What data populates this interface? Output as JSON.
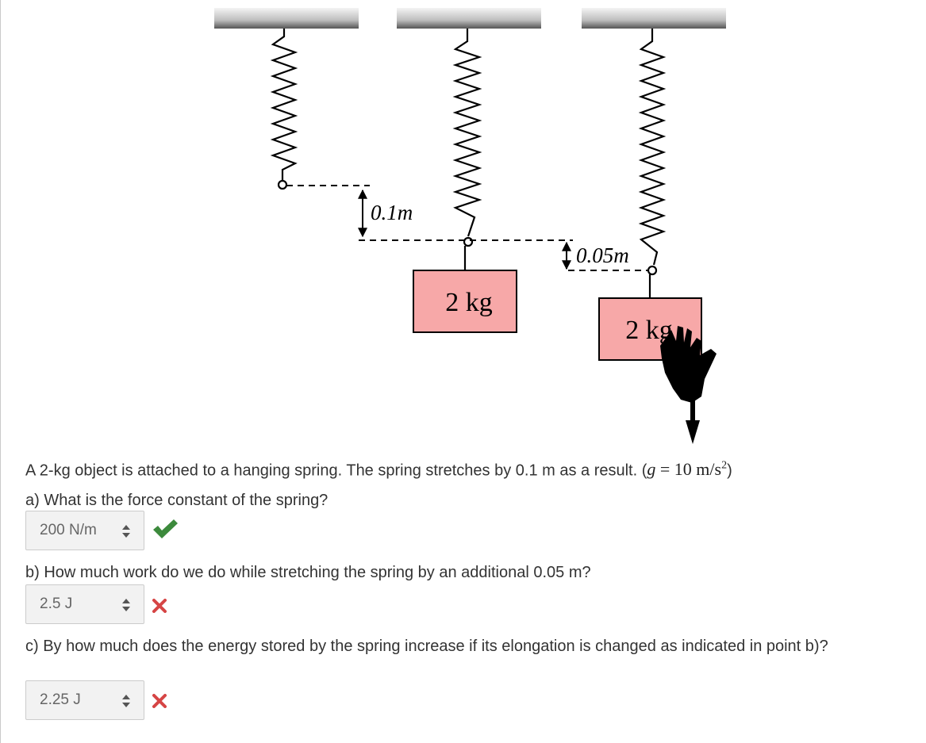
{
  "diagram": {
    "label_stretch_1": "0.1m",
    "label_stretch_2": "0.05m",
    "mass_label_1": "2 kg",
    "mass_label_2": "2 kg"
  },
  "problem": {
    "intro_text": "A 2-kg object is attached to a hanging spring. The spring stretches by 0.1 m as a result. (",
    "g_symbol": "g",
    "g_equals": " = 10 m/s",
    "g_exp": "2",
    "g_close": ")"
  },
  "questions": [
    {
      "text": "a) What is the force constant of the spring?",
      "answer": "200 N/m",
      "status": "correct"
    },
    {
      "text": "b) How much work do we do while stretching the spring by an additional 0.05 m?",
      "answer": "2.5 J",
      "status": "incorrect"
    },
    {
      "text": "c) By how much does the energy stored by the spring increase if its elongation is changed as indicated in point b)?",
      "answer": "2.25 J",
      "status": "incorrect"
    }
  ],
  "colors": {
    "correct": "#3c8a3c",
    "incorrect": "#d64545",
    "mass_fill": "#f7a8a8"
  }
}
